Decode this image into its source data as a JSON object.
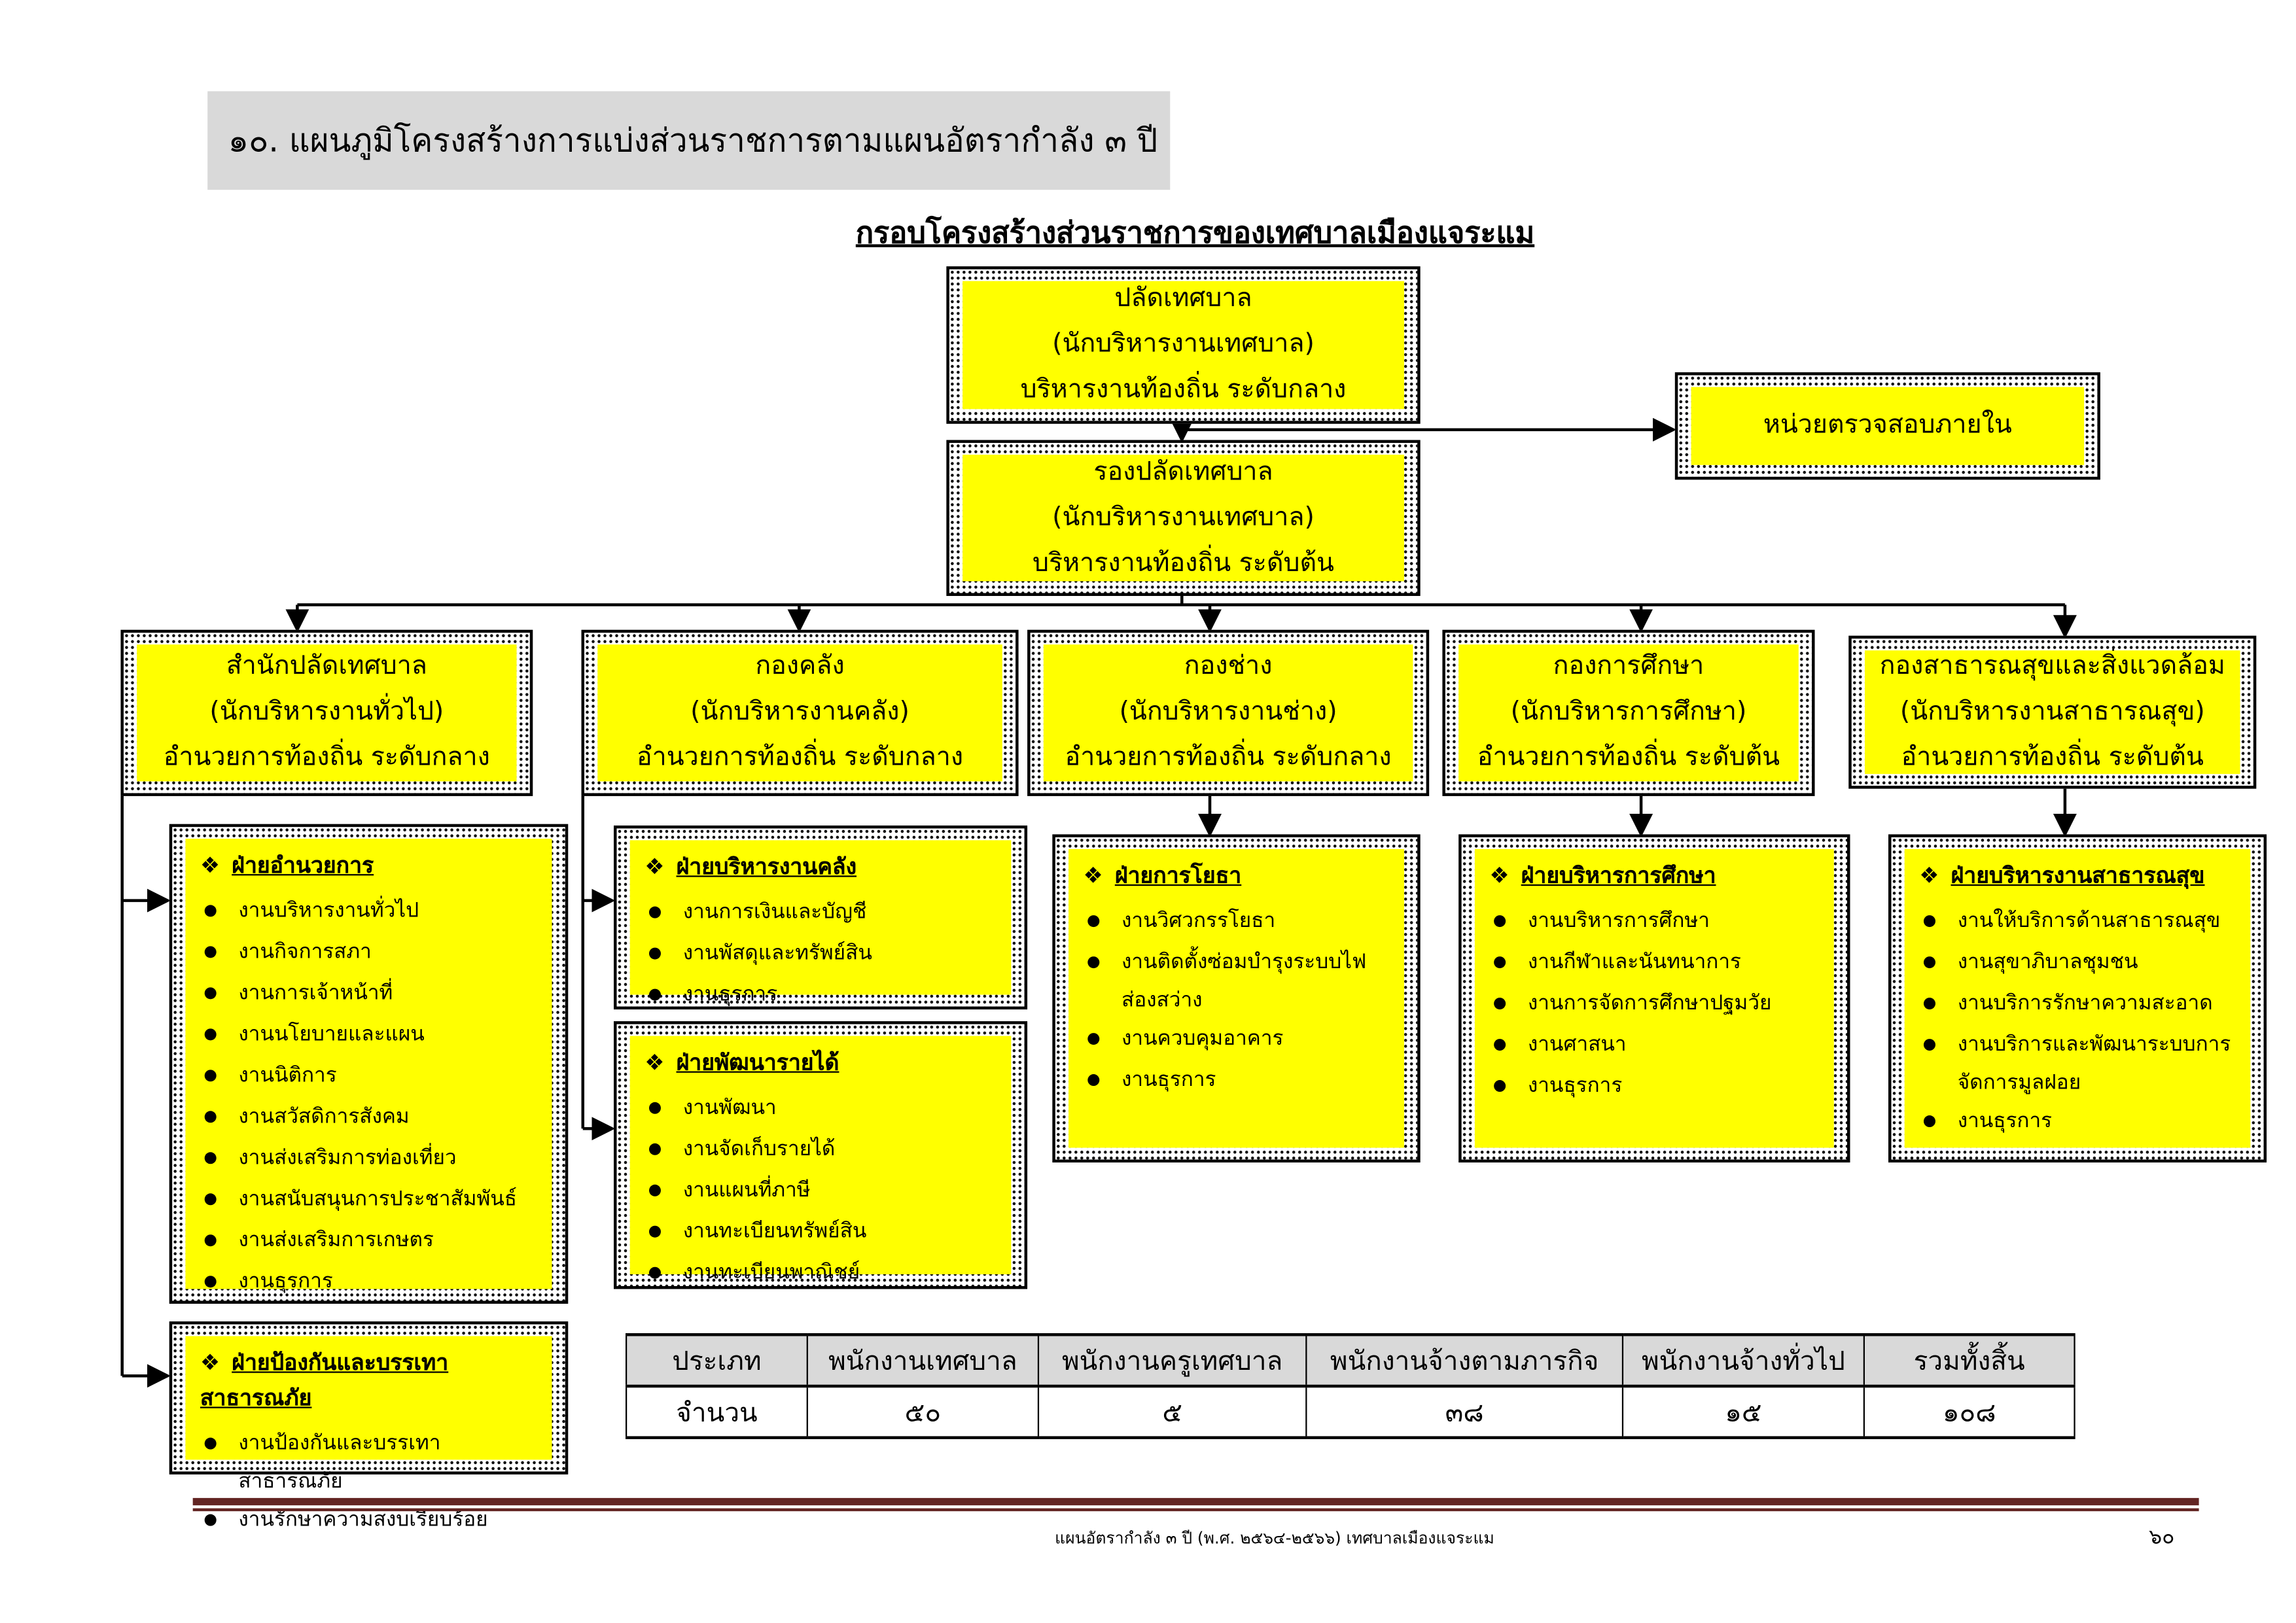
{
  "header": {
    "title": "๑๐. แผนภูมิโครงสร้างการแบ่งส่วนราชการตามแผนอัตรากำลัง ๓ ปี"
  },
  "subtitle": "กรอบโครงสร้างส่วนราชการของเทศบาลเมืองแจระแม",
  "top": {
    "lines": [
      "ปลัดเทศบาล",
      "(นักบริหารงานเทศบาล)",
      "บริหารงานท้องถิ่น  ระดับกลาง"
    ]
  },
  "audit": {
    "lines": [
      "หน่วยตรวจสอบภายใน"
    ]
  },
  "deputy": {
    "lines": [
      "รองปลัดเทศบาล",
      "(นักบริหารงานเทศบาล)",
      "บริหารงานท้องถิ่น  ระดับต้น"
    ]
  },
  "divisions": [
    {
      "lines": [
        "สำนักปลัดเทศบาล",
        "(นักบริหารงานทั่วไป)",
        "อำนวยการท้องถิ่น ระดับกลาง"
      ]
    },
    {
      "lines": [
        "กองคลัง",
        "(นักบริหารงานคลัง)",
        "อำนวยการท้องถิ่น  ระดับกลาง"
      ]
    },
    {
      "lines": [
        "กองช่าง",
        "(นักบริหารงานช่าง)",
        "อำนวยการท้องถิ่น  ระดับกลาง"
      ]
    },
    {
      "lines": [
        "กองการศึกษา",
        "(นักบริหารการศึกษา)",
        "อำนวยการท้องถิ่น  ระดับต้น"
      ]
    },
    {
      "lines": [
        "กองสาธารณสุขและสิ่งแวดล้อม",
        "(นักบริหารงานสาธารณสุข)",
        "อำนวยการท้องถิ่น  ระดับต้น"
      ]
    }
  ],
  "sections": [
    {
      "title": "ฝ่ายอำนวยการ",
      "items": [
        "งานบริหารงานทั่วไป",
        "งานกิจการสภา",
        "งานการเจ้าหน้าที่",
        "งานนโยบายและแผน",
        "งานนิติการ",
        "งานสวัสดิการสังคม",
        "งานส่งเสริมการท่องเที่ยว",
        "งานสนับสนุนการประชาสัมพันธ์",
        "งานส่งเสริมการเกษตร",
        "งานธุรการ"
      ]
    },
    {
      "title": "ฝ่ายป้องกันและบรรเทาสาธารณภัย",
      "items": [
        "งานป้องกันและบรรเทาสาธารณภัย",
        "งานรักษาความสงบเรียบร้อย"
      ]
    },
    {
      "title": "ฝ่ายบริหารงานคลัง",
      "items": [
        "งานการเงินและบัญชี",
        "งานพัสดุและทรัพย์สิน",
        "งานธุรการ"
      ]
    },
    {
      "title": "ฝ่ายพัฒนารายได้",
      "items": [
        "งานพัฒนา",
        "งานจัดเก็บรายได้",
        "งานแผนที่ภาษี",
        "งานทะเบียนทรัพย์สิน",
        "งานทะเบียนพาณิชย์"
      ]
    },
    {
      "title": "ฝ่ายการโยธา",
      "items": [
        "งานวิศวกรรโยธา",
        "งานติดตั้งซ่อมบำรุงระบบไฟส่องสว่าง",
        "งานควบคุมอาคาร",
        "งานธุรการ"
      ]
    },
    {
      "title": "ฝ่ายบริหารการศึกษา",
      "items": [
        "งานบริหารการศึกษา",
        "งานกีฬาและนันทนาการ",
        "งานการจัดการศึกษาปฐมวัย",
        "งานศาสนา",
        "งานธุรการ"
      ]
    },
    {
      "title": "ฝ่ายบริหารงานสาธารณสุข",
      "items": [
        "งานให้บริการด้านสาธารณสุข",
        "งานสุขาภิบาลชุมชน",
        "งานบริการรักษาความสะอาด",
        "งานบริการและพัฒนาระบบการจัดการมูลฝอย",
        "งานธุรการ"
      ]
    }
  ],
  "section_bullet_icon": "diamond-four-dots",
  "box_fill_color": "#ffff00",
  "table": {
    "headers": [
      "ประเภท",
      "พนักงานเทศบาล",
      "พนักงานครูเทศบาล",
      "พนักงานจ้างตามภารกิจ",
      "พนักงานจ้างทั่วไป",
      "รวมทั้งสิ้น"
    ],
    "row": [
      "จำนวน",
      "๕๐",
      "๕",
      "๓๘",
      "๑๕",
      "๑๐๘"
    ]
  },
  "footer": {
    "text": "แผนอัตรากำลัง ๓ ปี (พ.ศ. ๒๕๖๔-๒๕๖๖) เทศบาลเมืองแจระแม",
    "page": "๖๐",
    "rule_color": "#632523"
  }
}
